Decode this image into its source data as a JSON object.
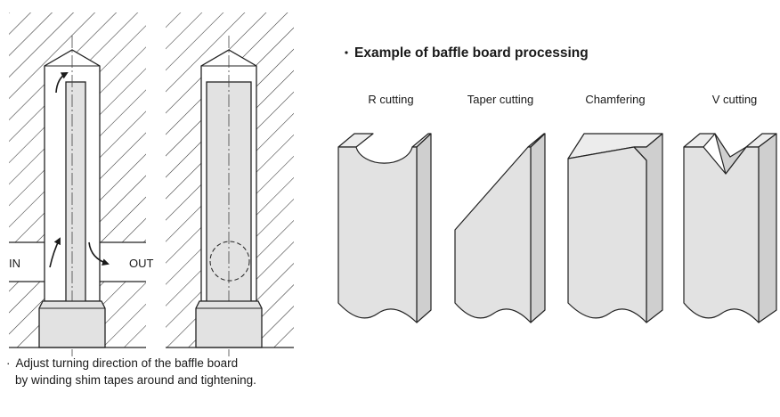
{
  "left_diagram": {
    "inlet_label": "IN",
    "outlet_label": "OUT"
  },
  "section_title": "Example of baffle board processing",
  "processing_examples": [
    {
      "label": "R cutting"
    },
    {
      "label": "Taper cutting"
    },
    {
      "label": "Chamfering"
    },
    {
      "label": "V cutting"
    }
  ],
  "note": {
    "bullet": "·",
    "line1": "Adjust turning direction of the baffle board",
    "line2": "by winding shim tapes around and tightening."
  }
}
